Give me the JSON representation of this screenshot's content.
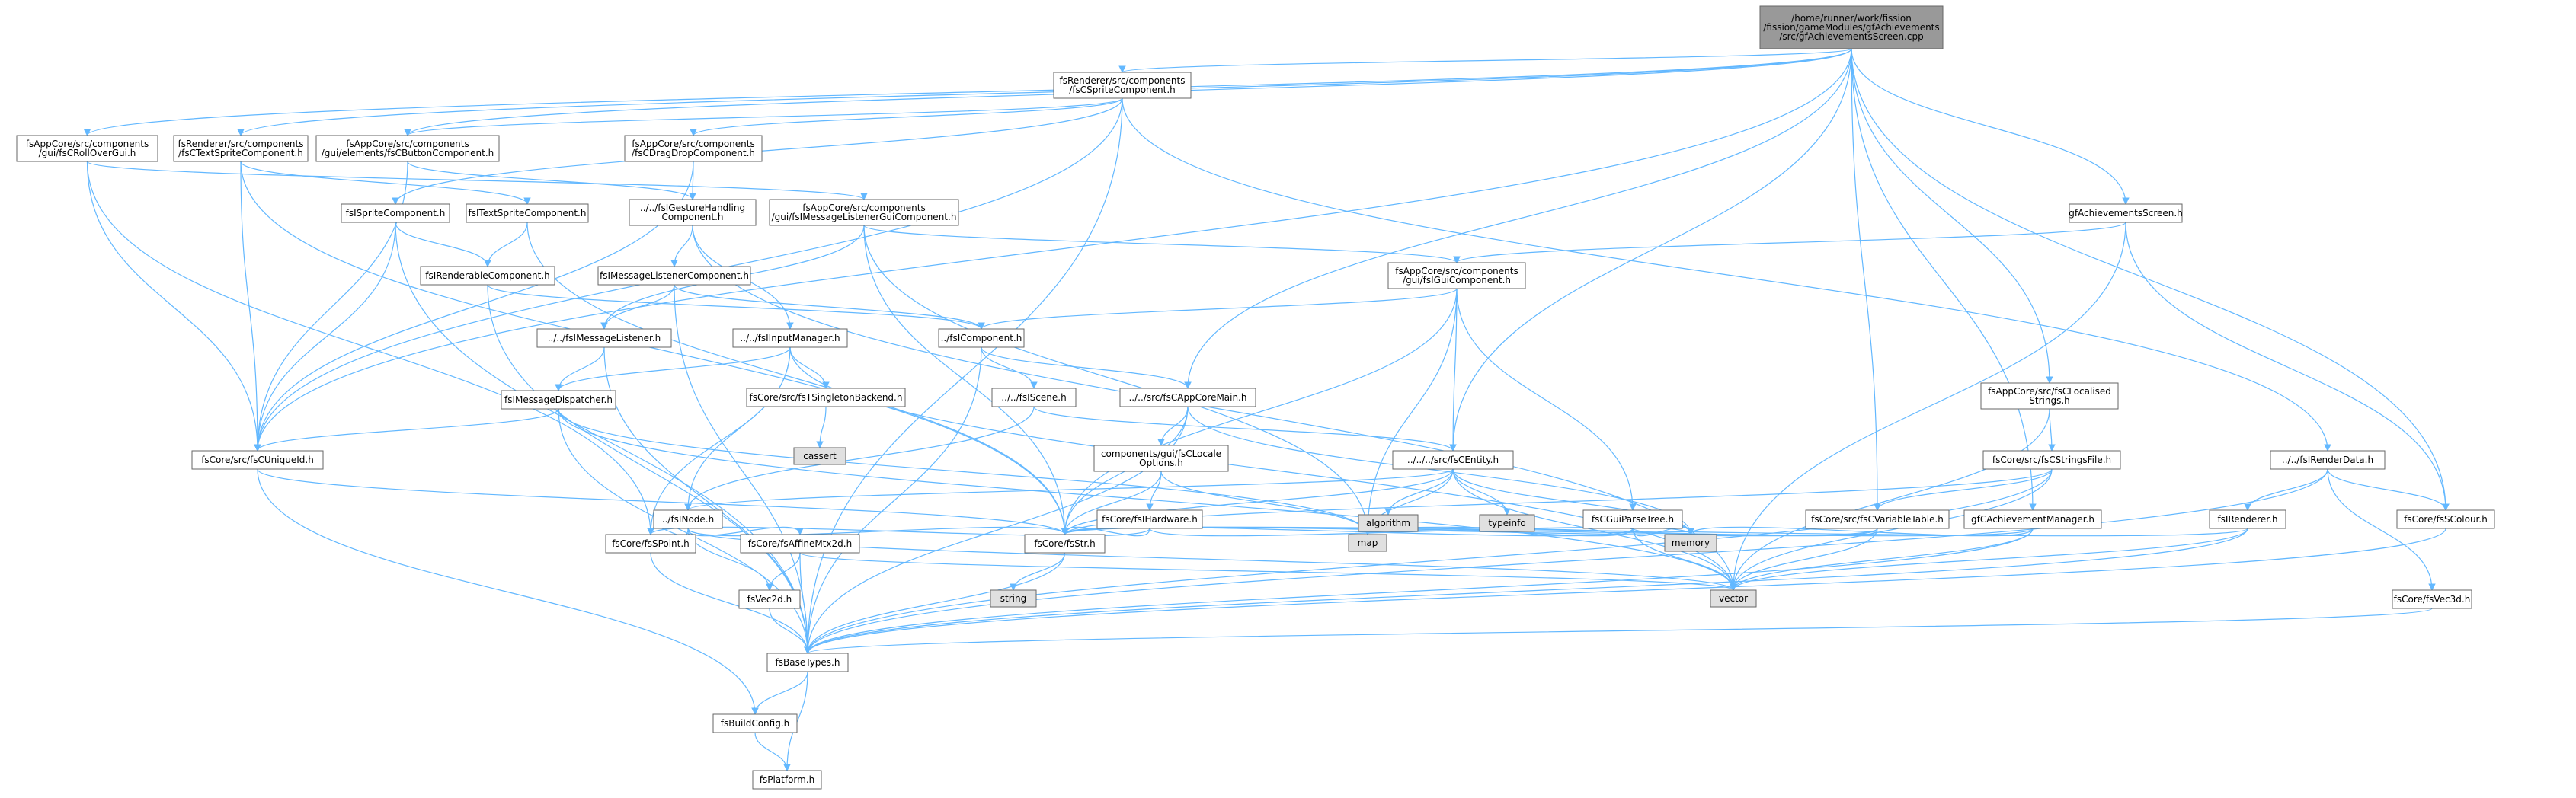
{
  "colors": {
    "edge": "#63b8ff",
    "root_fill": "#999999",
    "node_fill": "#ffffff",
    "system_fill": "#e0e0e0",
    "border": "#666666"
  },
  "nodes": [
    {
      "id": "root",
      "lines": [
        "/home/runner/work/fission",
        "/fission/gameModules/gfAchievements",
        "/src/gfAchievementsScreen.cpp"
      ],
      "kind": "root"
    },
    {
      "id": "fsRollOverGui",
      "lines": [
        "fsAppCore/src/components",
        "/gui/fsCRollOverGui.h"
      ],
      "kind": "file"
    },
    {
      "id": "fsTextSpriteComp",
      "lines": [
        "fsRenderer/src/components",
        "/fsCTextSpriteComponent.h"
      ],
      "kind": "file"
    },
    {
      "id": "fsButtonComp",
      "lines": [
        "fsAppCore/src/components",
        "/gui/elements/fsCButtonComponent.h"
      ],
      "kind": "file"
    },
    {
      "id": "fsSpriteCompR",
      "lines": [
        "fsRenderer/src/components",
        "/fsCSpriteComponent.h"
      ],
      "kind": "file"
    },
    {
      "id": "fsDragDropComp",
      "lines": [
        "fsAppCore/src/components",
        "/fsCDragDropComponent.h"
      ],
      "kind": "file"
    },
    {
      "id": "fsMsgListenerGuiComp",
      "lines": [
        "fsAppCore/src/components",
        "/gui/fsIMessageListenerGuiComponent.h"
      ],
      "kind": "file"
    },
    {
      "id": "gfAchScreenH",
      "lines": [
        "gfAchievementsScreen.h"
      ],
      "kind": "file"
    },
    {
      "id": "fsISpriteComp",
      "lines": [
        "fsISpriteComponent.h"
      ],
      "kind": "file"
    },
    {
      "id": "fsITextSpriteComp",
      "lines": [
        "fsITextSpriteComponent.h"
      ],
      "kind": "file"
    },
    {
      "id": "fsIGestureHandling",
      "lines": [
        "../../fsIGestureHandling",
        "Component.h"
      ],
      "kind": "file"
    },
    {
      "id": "fsIRenderableComp",
      "lines": [
        "fsIRenderableComponent.h"
      ],
      "kind": "file"
    },
    {
      "id": "fsIMsgListenerComp",
      "lines": [
        "fsIMessageListenerComponent.h"
      ],
      "kind": "file"
    },
    {
      "id": "fsIGuiComp",
      "lines": [
        "fsAppCore/src/components",
        "/gui/fsIGuiComponent.h"
      ],
      "kind": "file"
    },
    {
      "id": "fsIMsgListener",
      "lines": [
        "../../fsIMessageListener.h"
      ],
      "kind": "file"
    },
    {
      "id": "fsIInputManager",
      "lines": [
        "../../fsIInputManager.h"
      ],
      "kind": "file"
    },
    {
      "id": "fsIComponent",
      "lines": [
        "../fsIComponent.h"
      ],
      "kind": "file"
    },
    {
      "id": "fsCLocalisedStrings",
      "lines": [
        "fsAppCore/src/fsCLocalised",
        "Strings.h"
      ],
      "kind": "file"
    },
    {
      "id": "fsIMsgDispatcher",
      "lines": [
        "fsIMessageDispatcher.h"
      ],
      "kind": "file"
    },
    {
      "id": "fsTSingletonBackend",
      "lines": [
        "fsCore/src/fsTSingletonBackend.h"
      ],
      "kind": "file"
    },
    {
      "id": "fsIScene",
      "lines": [
        "../../fsIScene.h"
      ],
      "kind": "file"
    },
    {
      "id": "fsCAppCoreMain",
      "lines": [
        "../../src/fsCAppCoreMain.h"
      ],
      "kind": "file"
    },
    {
      "id": "fsCStringsFile",
      "lines": [
        "fsCore/src/fsCStringsFile.h"
      ],
      "kind": "file"
    },
    {
      "id": "fsIRenderData",
      "lines": [
        "../../fsIRenderData.h"
      ],
      "kind": "file"
    },
    {
      "id": "cassert",
      "lines": [
        "cassert"
      ],
      "kind": "system"
    },
    {
      "id": "fsCUniqueId",
      "lines": [
        "fsCore/src/fsCUniqueId.h"
      ],
      "kind": "file"
    },
    {
      "id": "fsCLocaleOptions",
      "lines": [
        "components/gui/fsCLocale",
        "Options.h"
      ],
      "kind": "file"
    },
    {
      "id": "fsCEntity",
      "lines": [
        "../../../src/fsCEntity.h"
      ],
      "kind": "file"
    },
    {
      "id": "algorithm",
      "lines": [
        "algorithm"
      ],
      "kind": "system"
    },
    {
      "id": "typeinfo",
      "lines": [
        "typeinfo"
      ],
      "kind": "system"
    },
    {
      "id": "fsINode",
      "lines": [
        "../fsINode.h"
      ],
      "kind": "file"
    },
    {
      "id": "fsIHardware",
      "lines": [
        "fsCore/fsIHardware.h"
      ],
      "kind": "file"
    },
    {
      "id": "fsCGuiParseTree",
      "lines": [
        "fsCGuiParseTree.h"
      ],
      "kind": "file"
    },
    {
      "id": "fsCVariableTable",
      "lines": [
        "fsCore/src/fsCVariableTable.h"
      ],
      "kind": "file"
    },
    {
      "id": "gfAchManager",
      "lines": [
        "gfCAchievementManager.h"
      ],
      "kind": "file"
    },
    {
      "id": "fsIRenderer",
      "lines": [
        "fsIRenderer.h"
      ],
      "kind": "file"
    },
    {
      "id": "fsSColour",
      "lines": [
        "fsCore/fsSColour.h"
      ],
      "kind": "file"
    },
    {
      "id": "fsPoint",
      "lines": [
        "fsCore/fsSPoint.h"
      ],
      "kind": "file"
    },
    {
      "id": "fsAffineMtx2d",
      "lines": [
        "fsCore/fsAffineMtx2d.h"
      ],
      "kind": "file"
    },
    {
      "id": "fsStr",
      "lines": [
        "fsCore/fsStr.h"
      ],
      "kind": "file"
    },
    {
      "id": "map",
      "lines": [
        "map"
      ],
      "kind": "system"
    },
    {
      "id": "memory",
      "lines": [
        "memory"
      ],
      "kind": "system"
    },
    {
      "id": "string",
      "lines": [
        "string"
      ],
      "kind": "system"
    },
    {
      "id": "vector",
      "lines": [
        "vector"
      ],
      "kind": "system"
    },
    {
      "id": "fsVec2d",
      "lines": [
        "fsVec2d.h"
      ],
      "kind": "file"
    },
    {
      "id": "fsVec3d",
      "lines": [
        "fsCore/fsVec3d.h"
      ],
      "kind": "file"
    },
    {
      "id": "fsBaseTypes",
      "lines": [
        "fsBaseTypes.h"
      ],
      "kind": "file"
    },
    {
      "id": "fsBuildConfig",
      "lines": [
        "fsBuildConfig.h"
      ],
      "kind": "file"
    },
    {
      "id": "fsPlatform",
      "lines": [
        "fsPlatform.h"
      ],
      "kind": "file"
    }
  ],
  "edges": [
    [
      "root",
      "fsRollOverGui"
    ],
    [
      "root",
      "fsTextSpriteComp"
    ],
    [
      "root",
      "fsButtonComp"
    ],
    [
      "root",
      "fsSpriteCompR"
    ],
    [
      "root",
      "gfAchScreenH"
    ],
    [
      "root",
      "fsCLocalisedStrings"
    ],
    [
      "root",
      "fsCVariableTable"
    ],
    [
      "root",
      "gfAchManager"
    ],
    [
      "root",
      "fsCAppCoreMain"
    ],
    [
      "root",
      "fsCEntity"
    ],
    [
      "root",
      "fsSColour"
    ],
    [
      "root",
      "fsCUniqueId"
    ],
    [
      "fsRollOverGui",
      "fsMsgListenerGuiComp"
    ],
    [
      "fsRollOverGui",
      "fsCUniqueId"
    ],
    [
      "fsRollOverGui",
      "fsPoint"
    ],
    [
      "fsTextSpriteComp",
      "fsITextSpriteComp"
    ],
    [
      "fsTextSpriteComp",
      "fsCUniqueId"
    ],
    [
      "fsTextSpriteComp",
      "fsStr"
    ],
    [
      "fsButtonComp",
      "fsIGestureHandling"
    ],
    [
      "fsButtonComp",
      "fsCUniqueId"
    ],
    [
      "fsSpriteCompR",
      "fsISpriteComp"
    ],
    [
      "fsSpriteCompR",
      "fsDragDropComp"
    ],
    [
      "fsSpriteCompR",
      "fsIRenderData"
    ],
    [
      "fsSpriteCompR",
      "fsCUniqueId"
    ],
    [
      "fsSpriteCompR",
      "fsBaseTypes"
    ],
    [
      "fsSpriteCompR",
      "fsButtonComp"
    ],
    [
      "fsDragDropComp",
      "fsIGestureHandling"
    ],
    [
      "fsDragDropComp",
      "fsCUniqueId"
    ],
    [
      "fsMsgListenerGuiComp",
      "fsIGuiComp"
    ],
    [
      "fsMsgListenerGuiComp",
      "fsIMsgListener"
    ],
    [
      "fsMsgListenerGuiComp",
      "fsStr"
    ],
    [
      "fsMsgListenerGuiComp",
      "map"
    ],
    [
      "gfAchScreenH",
      "fsIGuiComp"
    ],
    [
      "gfAchScreenH",
      "fsSColour"
    ],
    [
      "gfAchScreenH",
      "vector"
    ],
    [
      "fsISpriteComp",
      "fsIRenderableComp"
    ],
    [
      "fsISpriteComp",
      "fsCUniqueId"
    ],
    [
      "fsISpriteComp",
      "fsBaseTypes"
    ],
    [
      "fsITextSpriteComp",
      "fsIRenderableComp"
    ],
    [
      "fsITextSpriteComp",
      "fsStr"
    ],
    [
      "fsIGestureHandling",
      "fsIMsgListenerComp"
    ],
    [
      "fsIGestureHandling",
      "fsIInputManager"
    ],
    [
      "fsIGestureHandling",
      "vector"
    ],
    [
      "fsIRenderableComp",
      "fsIComponent"
    ],
    [
      "fsIRenderableComp",
      "fsBaseTypes"
    ],
    [
      "fsIMsgListenerComp",
      "fsIComponent"
    ],
    [
      "fsIMsgListenerComp",
      "fsIMsgListener"
    ],
    [
      "fsIMsgListenerComp",
      "fsBaseTypes"
    ],
    [
      "fsIGuiComp",
      "fsIComponent"
    ],
    [
      "fsIGuiComp",
      "fsCEntity"
    ],
    [
      "fsIGuiComp",
      "fsCGuiParseTree"
    ],
    [
      "fsIGuiComp",
      "fsStr"
    ],
    [
      "fsIGuiComp",
      "map"
    ],
    [
      "fsIMsgListener",
      "fsIMsgDispatcher"
    ],
    [
      "fsIMsgListener",
      "fsBaseTypes"
    ],
    [
      "fsIInputManager",
      "fsIMsgDispatcher"
    ],
    [
      "fsIInputManager",
      "fsTSingletonBackend"
    ],
    [
      "fsIInputManager",
      "fsPoint"
    ],
    [
      "fsIInputManager",
      "fsINode"
    ],
    [
      "fsIInputManager",
      "vector"
    ],
    [
      "fsIComponent",
      "fsIScene"
    ],
    [
      "fsIComponent",
      "fsCAppCoreMain"
    ],
    [
      "fsIComponent",
      "fsBaseTypes"
    ],
    [
      "fsCLocalisedStrings",
      "fsCStringsFile"
    ],
    [
      "fsCLocalisedStrings",
      "vector"
    ],
    [
      "fsIMsgDispatcher",
      "fsCUniqueId"
    ],
    [
      "fsIMsgDispatcher",
      "fsBaseTypes"
    ],
    [
      "fsIMsgDispatcher",
      "map"
    ],
    [
      "fsIMsgDispatcher",
      "vector"
    ],
    [
      "fsTSingletonBackend",
      "cassert"
    ],
    [
      "fsIScene",
      "fsCEntity"
    ],
    [
      "fsIScene",
      "fsINode"
    ],
    [
      "fsCAppCoreMain",
      "fsCLocaleOptions"
    ],
    [
      "fsCAppCoreMain",
      "fsStr"
    ],
    [
      "fsCAppCoreMain",
      "fsBaseTypes"
    ],
    [
      "fsCAppCoreMain",
      "memory"
    ],
    [
      "fsCStringsFile",
      "fsCVariableTable"
    ],
    [
      "fsCStringsFile",
      "fsStr"
    ],
    [
      "fsCStringsFile",
      "fsBaseTypes"
    ],
    [
      "fsCStringsFile",
      "vector"
    ],
    [
      "fsIRenderData",
      "fsIRenderer"
    ],
    [
      "fsIRenderData",
      "fsSColour"
    ],
    [
      "fsIRenderData",
      "fsVec3d"
    ],
    [
      "fsIRenderData",
      "fsBaseTypes"
    ],
    [
      "fsCUniqueId",
      "fsStr"
    ],
    [
      "fsCUniqueId",
      "fsBuildConfig"
    ],
    [
      "fsCLocaleOptions",
      "fsIHardware"
    ],
    [
      "fsCLocaleOptions",
      "fsStr"
    ],
    [
      "fsCLocaleOptions",
      "map"
    ],
    [
      "fsCEntity",
      "algorithm"
    ],
    [
      "fsCEntity",
      "typeinfo"
    ],
    [
      "fsCEntity",
      "fsINode"
    ],
    [
      "fsCEntity",
      "fsStr"
    ],
    [
      "fsCEntity",
      "map"
    ],
    [
      "fsCEntity",
      "memory"
    ],
    [
      "fsCEntity",
      "vector"
    ],
    [
      "fsINode",
      "fsPoint"
    ],
    [
      "fsINode",
      "fsAffineMtx2d"
    ],
    [
      "fsINode",
      "fsStr"
    ],
    [
      "fsINode",
      "fsVec2d"
    ],
    [
      "fsINode",
      "vector"
    ],
    [
      "fsIHardware",
      "fsPoint"
    ],
    [
      "fsIHardware",
      "fsStr"
    ],
    [
      "fsIHardware",
      "memory"
    ],
    [
      "fsCGuiParseTree",
      "fsStr"
    ],
    [
      "fsCGuiParseTree",
      "map"
    ],
    [
      "fsCGuiParseTree",
      "memory"
    ],
    [
      "fsCGuiParseTree",
      "vector"
    ],
    [
      "fsCVariableTable",
      "fsStr"
    ],
    [
      "fsCVariableTable",
      "map"
    ],
    [
      "fsCVariableTable",
      "vector"
    ],
    [
      "gfAchManager",
      "fsStr"
    ],
    [
      "gfAchManager",
      "memory"
    ],
    [
      "gfAchManager",
      "vector"
    ],
    [
      "gfAchManager",
      "fsBaseTypes"
    ],
    [
      "fsIRenderer",
      "fsStr"
    ],
    [
      "fsIRenderer",
      "vector"
    ],
    [
      "fsIRenderer",
      "fsBaseTypes"
    ],
    [
      "fsSColour",
      "fsBaseTypes"
    ],
    [
      "fsPoint",
      "fsBaseTypes"
    ],
    [
      "fsAffineMtx2d",
      "fsVec2d"
    ],
    [
      "fsAffineMtx2d",
      "fsBaseTypes"
    ],
    [
      "fsAffineMtx2d",
      "vector"
    ],
    [
      "fsStr",
      "string"
    ],
    [
      "fsStr",
      "fsBaseTypes"
    ],
    [
      "fsVec2d",
      "fsBaseTypes"
    ],
    [
      "fsVec3d",
      "fsBaseTypes"
    ],
    [
      "fsBaseTypes",
      "fsBuildConfig"
    ],
    [
      "fsBaseTypes",
      "fsPlatform"
    ],
    [
      "fsBuildConfig",
      "fsPlatform"
    ]
  ]
}
